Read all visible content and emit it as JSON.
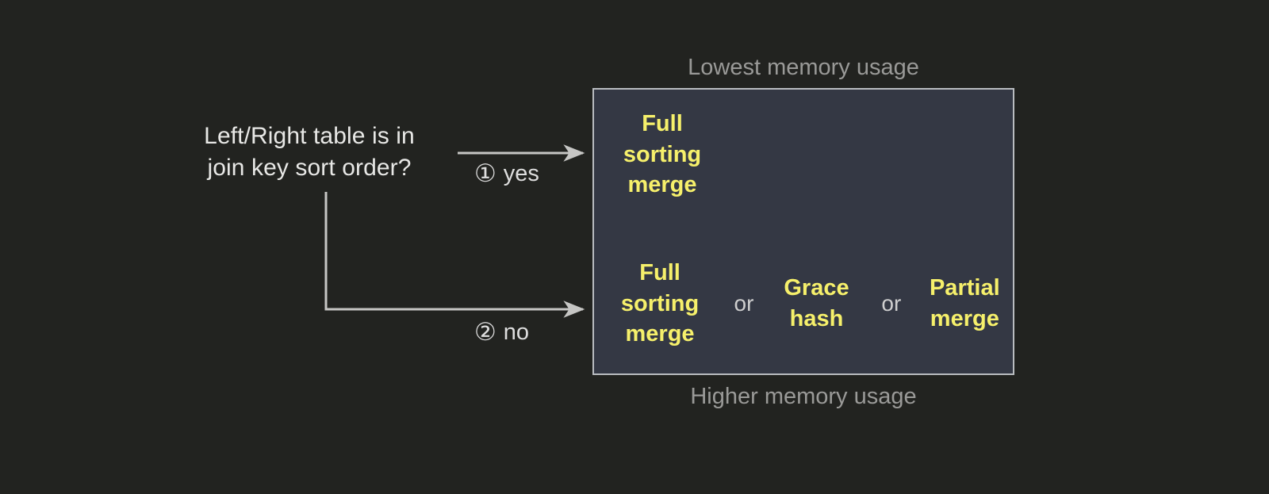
{
  "decision": {
    "question_lines": [
      "Left/Right table is in",
      "join key sort order?"
    ],
    "branches": [
      {
        "marker": "①",
        "label": "yes"
      },
      {
        "marker": "②",
        "label": "no"
      }
    ]
  },
  "panel": {
    "caption_top": "Lowest memory usage",
    "caption_bottom": "Higher memory usage",
    "rows": [
      {
        "name": "sorted-input-options",
        "options": [
          {
            "lines": [
              "Full",
              "sorting",
              "merge"
            ]
          }
        ],
        "separators": []
      },
      {
        "name": "unsorted-input-options",
        "options": [
          {
            "lines": [
              "Full",
              "sorting",
              "merge"
            ]
          },
          {
            "lines": [
              "Grace",
              "hash"
            ]
          },
          {
            "lines": [
              "Partial",
              "merge"
            ]
          }
        ],
        "separators": [
          "or",
          "or"
        ]
      }
    ]
  },
  "colors": {
    "background": "#222320",
    "panel_fill": "#343844",
    "panel_border": "#b9bcc0",
    "option_text": "#f6f06b",
    "body_text": "#e8e8e6",
    "muted_text": "#9a9a98",
    "connector": "#c6c6c4"
  }
}
